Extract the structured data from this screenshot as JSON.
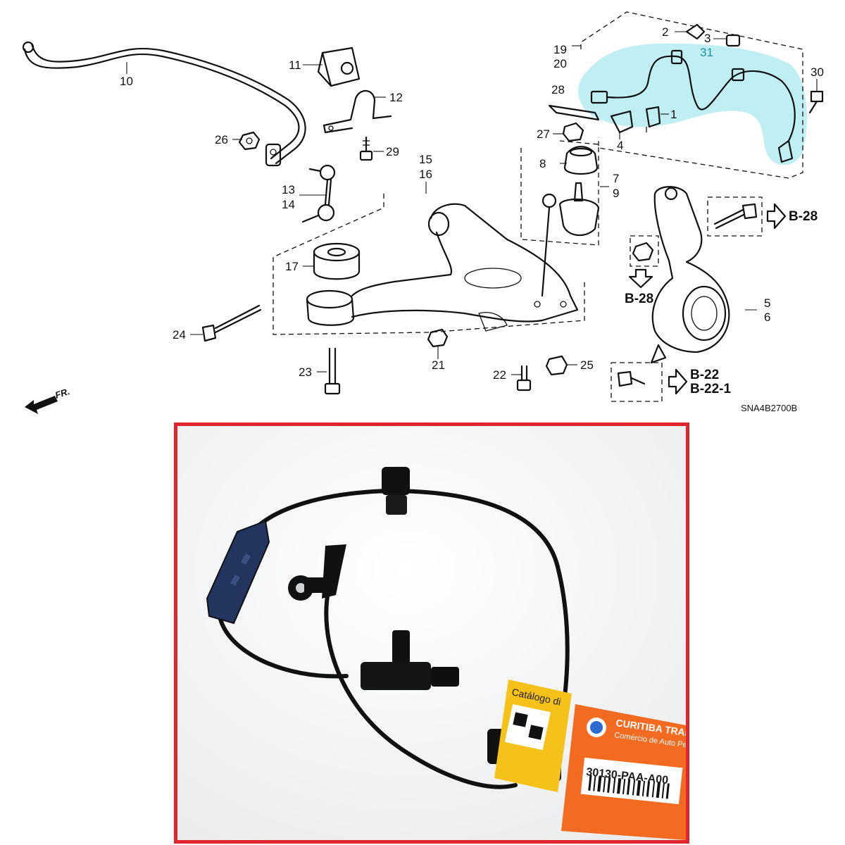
{
  "diagram": {
    "code": "SNA4B2700B",
    "front_indicator": "FR.",
    "callouts": {
      "c1": "1",
      "c2": "2",
      "c3": "3",
      "c31": "31",
      "c4": "4",
      "c5": "5",
      "c6": "6",
      "c7": "7",
      "c9": "9",
      "c8": "8",
      "c10": "10",
      "c11": "11",
      "c12": "12",
      "c13": "13",
      "c14": "14",
      "c15": "15",
      "c16": "16",
      "c17": "17",
      "c19": "19",
      "c20": "20",
      "c21": "21",
      "c22": "22",
      "c23": "23",
      "c24": "24",
      "c25": "25",
      "c26": "26",
      "c27": "27",
      "c28": "28",
      "c29": "29",
      "c30": "30"
    },
    "refs": {
      "b28_right": "B-28",
      "b28_left": "B-28",
      "b22": "B-22",
      "b22_1": "B-22-1"
    },
    "colors": {
      "highlight": "#bfeef3",
      "line": "#111111",
      "teal_text": "#1f8fa8"
    }
  },
  "photo": {
    "tag": {
      "catalog": "Catálogo di",
      "brand": "CURITIBA TRADE",
      "subtitle": "Comércio de Auto Peça",
      "part_number": "30130-PAA-A00"
    },
    "colors": {
      "frame": "#e0262c",
      "tag_orange": "#f36b21",
      "sticker_yellow": "#f6c21a",
      "clip_blue": "#23355f"
    }
  }
}
